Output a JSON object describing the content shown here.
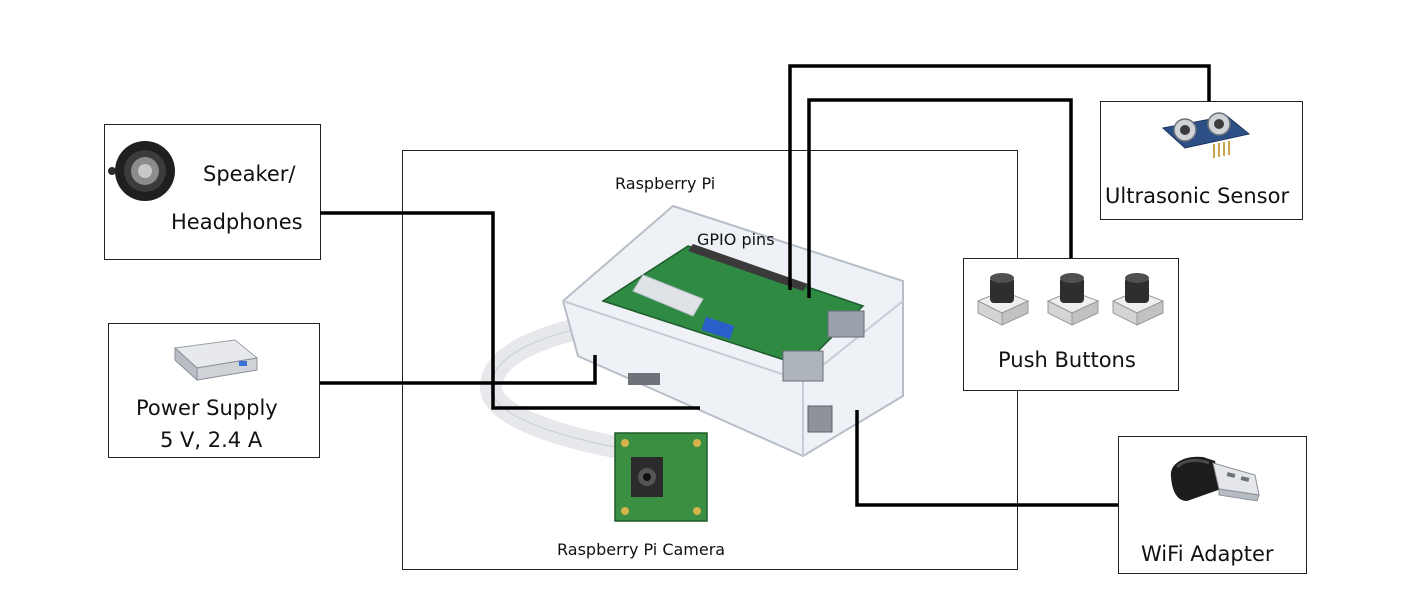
{
  "diagram": {
    "main_box": {
      "title": "Raspberry Pi",
      "gpio_label": "GPIO pins",
      "camera_label": "Raspberry Pi Camera"
    },
    "components": {
      "speaker": {
        "line1": "Speaker/",
        "line2": "Headphones"
      },
      "power": {
        "line1": "Power Supply",
        "line2": "5 V, 2.4 A"
      },
      "ultrasonic": {
        "label": "Ultrasonic Sensor"
      },
      "buttons": {
        "label": "Push Buttons"
      },
      "wifi": {
        "label": "WiFi Adapter"
      }
    }
  }
}
